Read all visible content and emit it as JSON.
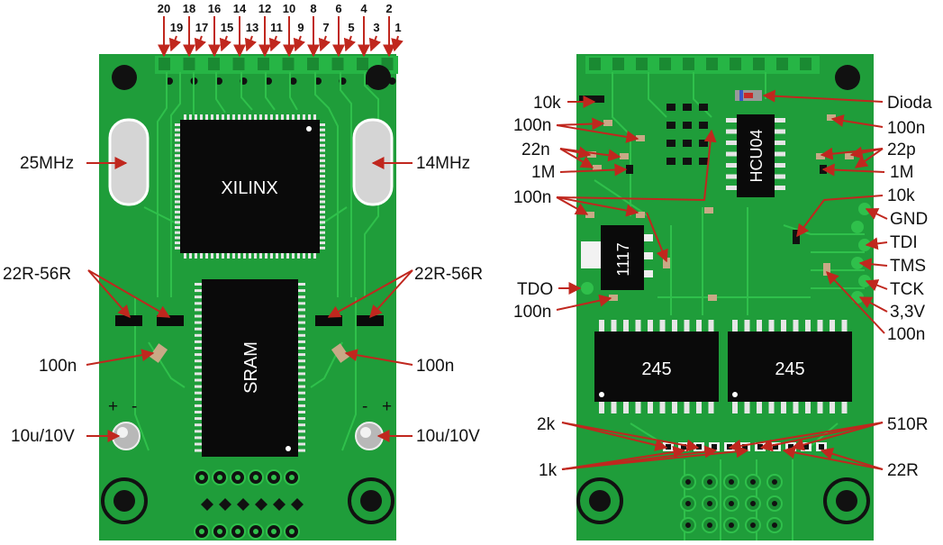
{
  "left_board": {
    "pin_numbers_top": [
      "20",
      "18",
      "16",
      "14",
      "12",
      "10",
      "8",
      "6",
      "4",
      "2"
    ],
    "pin_numbers_bottom": [
      "19",
      "17",
      "15",
      "13",
      "11",
      "9",
      "7",
      "5",
      "3",
      "1"
    ],
    "chips": {
      "fpga": "XILINX",
      "ram": "SRAM"
    },
    "labels": {
      "osc_left": "25MHz",
      "osc_right": "14MHz",
      "res_left": "22R-56R",
      "res_right": "22R-56R",
      "cap_left": "100n",
      "cap_right": "100n",
      "elec_left": "10u/10V",
      "elec_right": "10u/10V",
      "pol_left_plus": "+",
      "pol_left_minus": "-",
      "pol_right_minus": "-",
      "pol_right_plus": "+"
    }
  },
  "right_board": {
    "chips": {
      "hcu": "HCU04",
      "reg": "1117",
      "buf1": "245",
      "buf2": "245"
    },
    "labels_left": [
      "10k",
      "100n",
      "22n",
      "1M",
      "100n",
      "TDO",
      "100n",
      "2k",
      "1k"
    ],
    "labels_right": [
      "Dioda",
      "100n",
      "22p",
      "1M",
      "10k",
      "GND",
      "TDI",
      "TMS",
      "TCK",
      "3,3V",
      "100n",
      "510R",
      "22R"
    ]
  },
  "colors": {
    "pcb": "#1f9d3a",
    "trace": "#2fc04b",
    "arrow": "#c0271e",
    "chip": "#0a0a0a"
  }
}
